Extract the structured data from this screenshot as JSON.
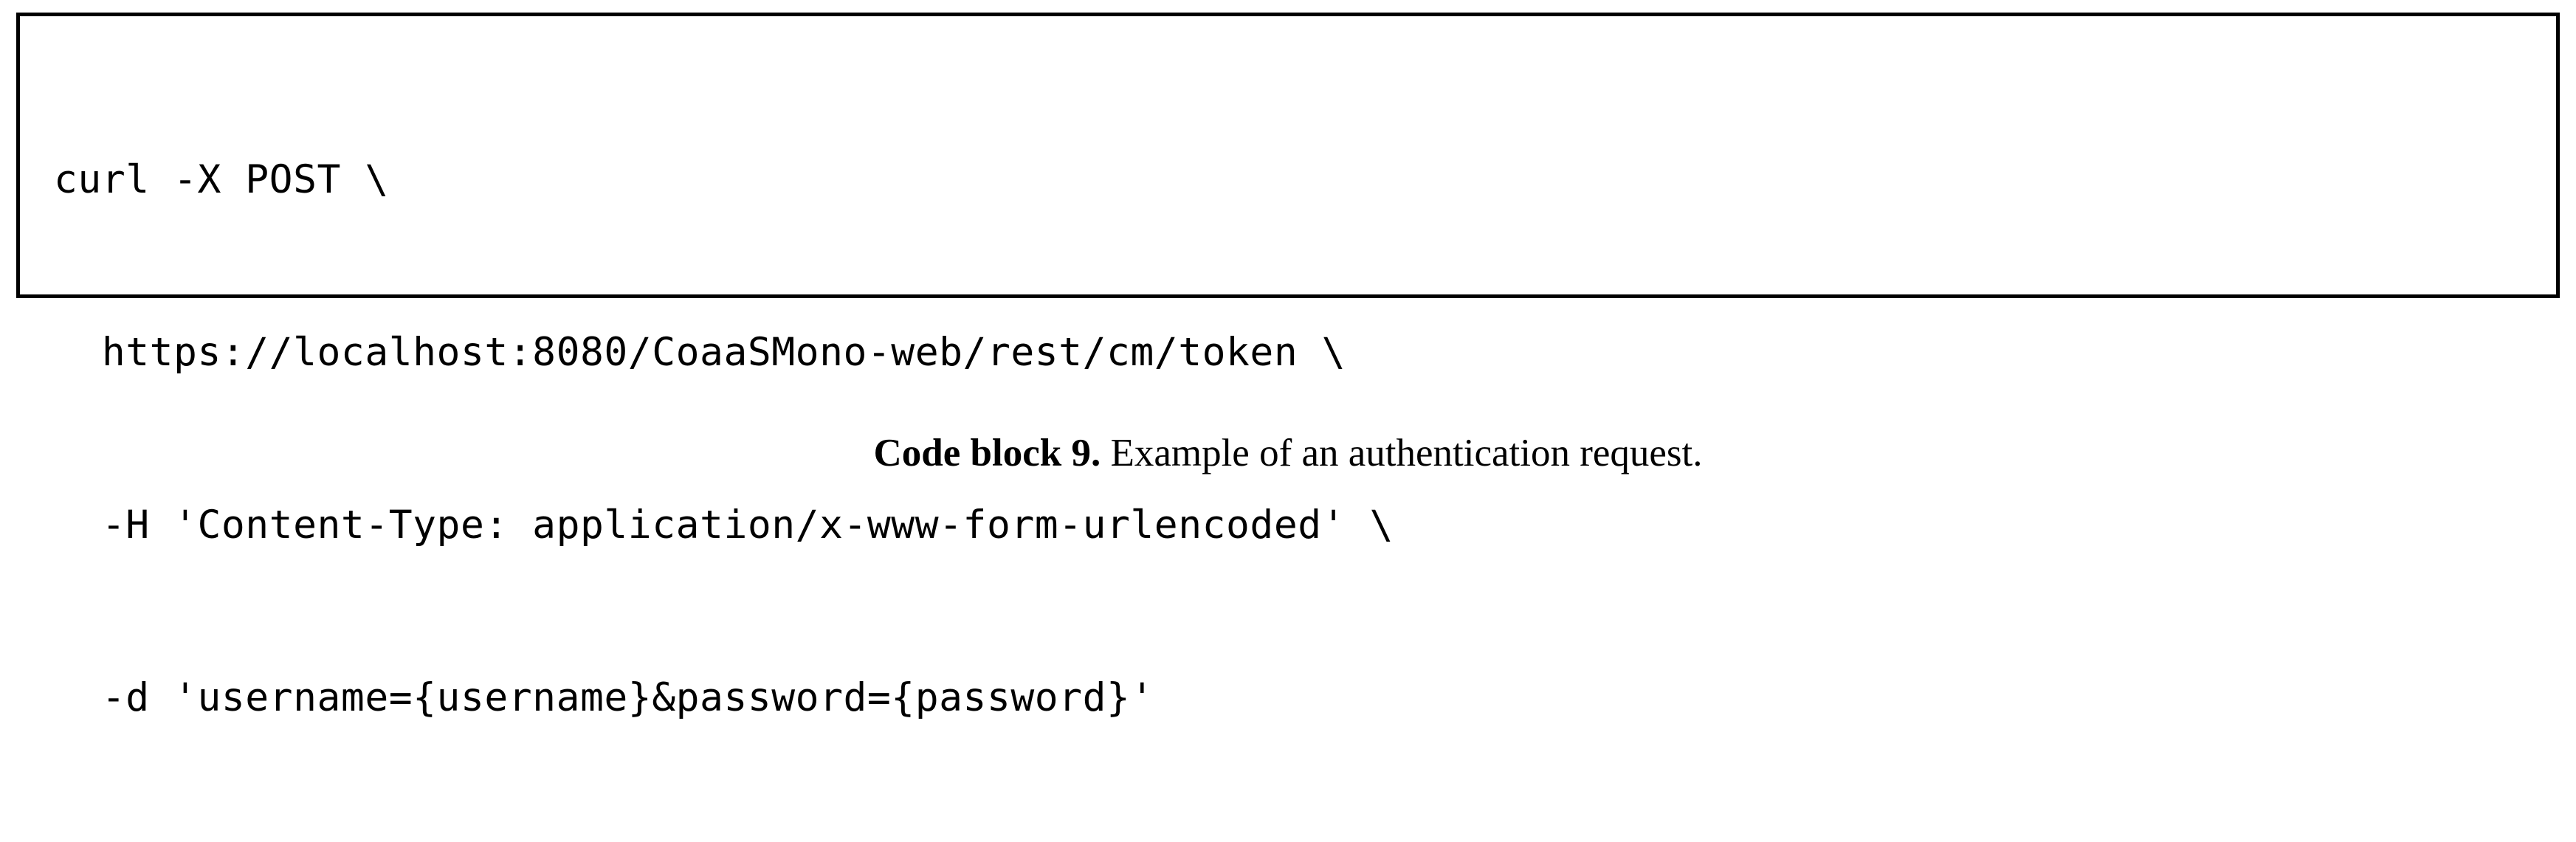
{
  "figure": {
    "type": "code-block-figure",
    "code_block": {
      "language": "shell",
      "lines": [
        "curl -X POST \\",
        "  https://localhost:8080/CoaaSMono-web/rest/cm/token \\",
        "  -H 'Content-Type: application/x-www-form-urlencoded' \\",
        "  -d 'username={username}&password={password}'"
      ],
      "border_color": "#000000",
      "background_color": "#ffffff",
      "text_color": "#000000"
    },
    "caption": {
      "label": "Code block 9.",
      "text": " Example of an authentication request."
    }
  }
}
